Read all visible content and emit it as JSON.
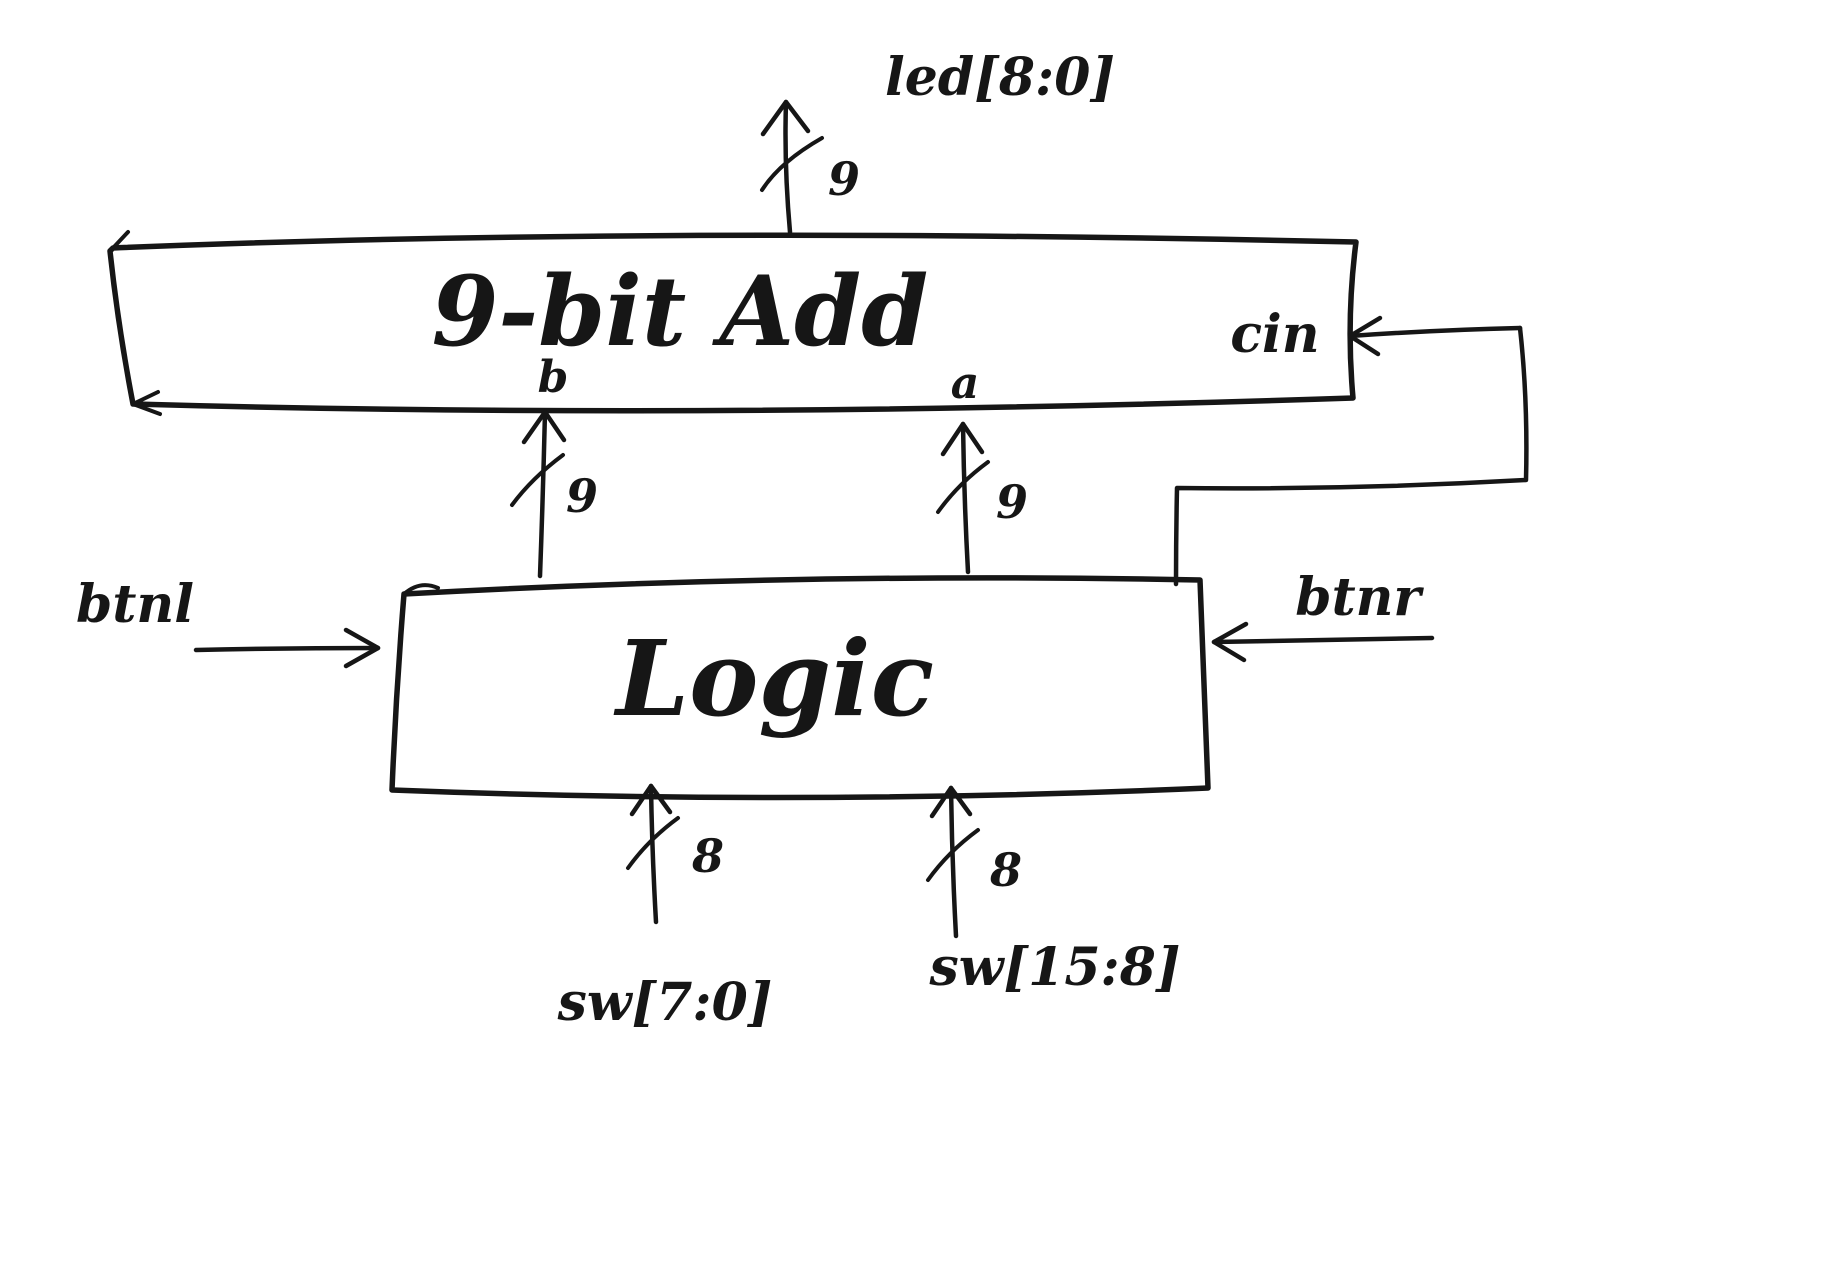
{
  "diagram": {
    "type": "hand-drawn block diagram",
    "blocks": {
      "adder": {
        "label": "9-bit Add"
      },
      "logic": {
        "label": "Logic"
      }
    },
    "ports": {
      "led": {
        "label": "led[8:0]",
        "width": "9"
      },
      "cin": {
        "label": "cin"
      },
      "b": {
        "label": "b",
        "width": "9"
      },
      "a": {
        "label": "a",
        "width": "9"
      },
      "btnl": {
        "label": "btnl"
      },
      "btnr": {
        "label": "btnr"
      },
      "sw_low": {
        "label": "sw[7:0]",
        "width": "8"
      },
      "sw_high": {
        "label": "sw[15:8]",
        "width": "8"
      }
    }
  }
}
